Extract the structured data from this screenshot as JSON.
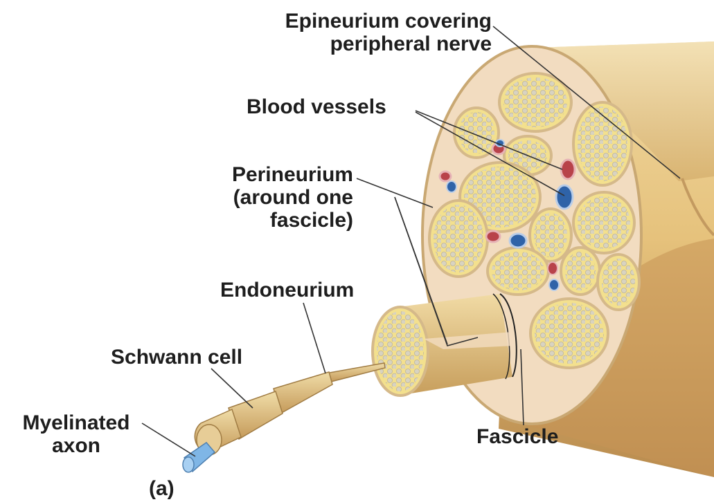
{
  "labels": {
    "epineurium": [
      "Epineurium covering",
      "peripheral nerve"
    ],
    "blood_vessels": "Blood vessels",
    "perineurium": [
      "Perineurium",
      "(around one",
      "fascicle)"
    ],
    "endoneurium": "Endoneurium",
    "schwann_cell": "Schwann cell",
    "myelinated_axon": [
      "Myelinated",
      "axon"
    ],
    "fascicle": "Fascicle",
    "panel": "(a)"
  },
  "colors": {
    "epineurium": "#e8c98a",
    "fascicle_fill": "#f3e08e",
    "axon_dots": "#d7d2bf",
    "perineurium_matrix": "#f2dcc0",
    "artery": "#b8424a",
    "vein": "#2f63a8",
    "myelinated_axon": "#7fb6e6",
    "leader_lines": "#333333"
  }
}
